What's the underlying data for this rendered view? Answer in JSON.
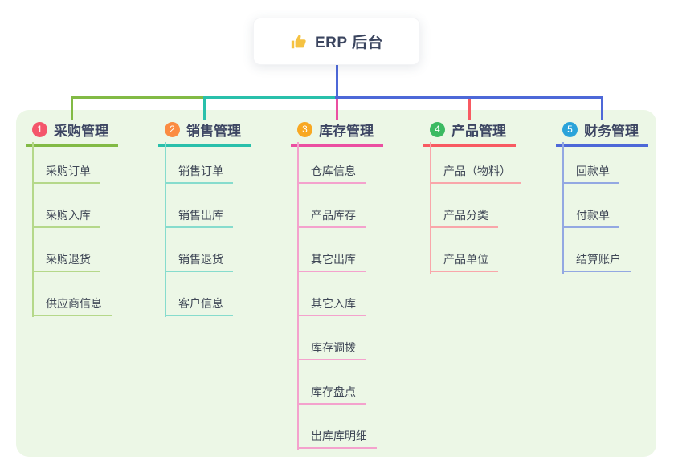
{
  "root": {
    "title": "ERP 后台",
    "icon": "thumbs-up-icon"
  },
  "colors": {
    "canvas_bg": "#ffffff",
    "panel_bg": "#ecf7e6",
    "root_connector": "#4d68d8",
    "root_text": "#3b455f",
    "branch_title_text": "#3d4663",
    "leaf_text": "#3f4756",
    "thumb_yellow": "#f5c242"
  },
  "branches": [
    {
      "index": "1",
      "title": "采购管理",
      "colors": {
        "accent": "#82ba45",
        "light": "#b5d88a",
        "badge": "#f4566b"
      },
      "children": [
        "采购订单",
        "采购入库",
        "采购退货",
        "供应商信息"
      ]
    },
    {
      "index": "2",
      "title": "销售管理",
      "colors": {
        "accent": "#29c0ab",
        "light": "#86dccd",
        "badge": "#fb8c42"
      },
      "children": [
        "销售订单",
        "销售出库",
        "销售退货",
        "客户信息"
      ]
    },
    {
      "index": "3",
      "title": "库存管理",
      "colors": {
        "accent": "#eb4fa1",
        "light": "#f4a2cd",
        "badge": "#f8a822"
      },
      "children": [
        "仓库信息",
        "产品库存",
        "其它出库",
        "其它入库",
        "库存调拨",
        "库存盘点",
        "出库库明细"
      ]
    },
    {
      "index": "4",
      "title": "产品管理",
      "colors": {
        "accent": "#f85a62",
        "light": "#f9a6aa",
        "badge": "#3cba62"
      },
      "children": [
        "产品（物料）",
        "产品分类",
        "产品单位"
      ]
    },
    {
      "index": "5",
      "title": "财务管理",
      "colors": {
        "accent": "#4d68d8",
        "light": "#93a8e2",
        "badge": "#2aa3da"
      },
      "children": [
        "回款单",
        "付款单",
        "结算账户"
      ]
    }
  ]
}
